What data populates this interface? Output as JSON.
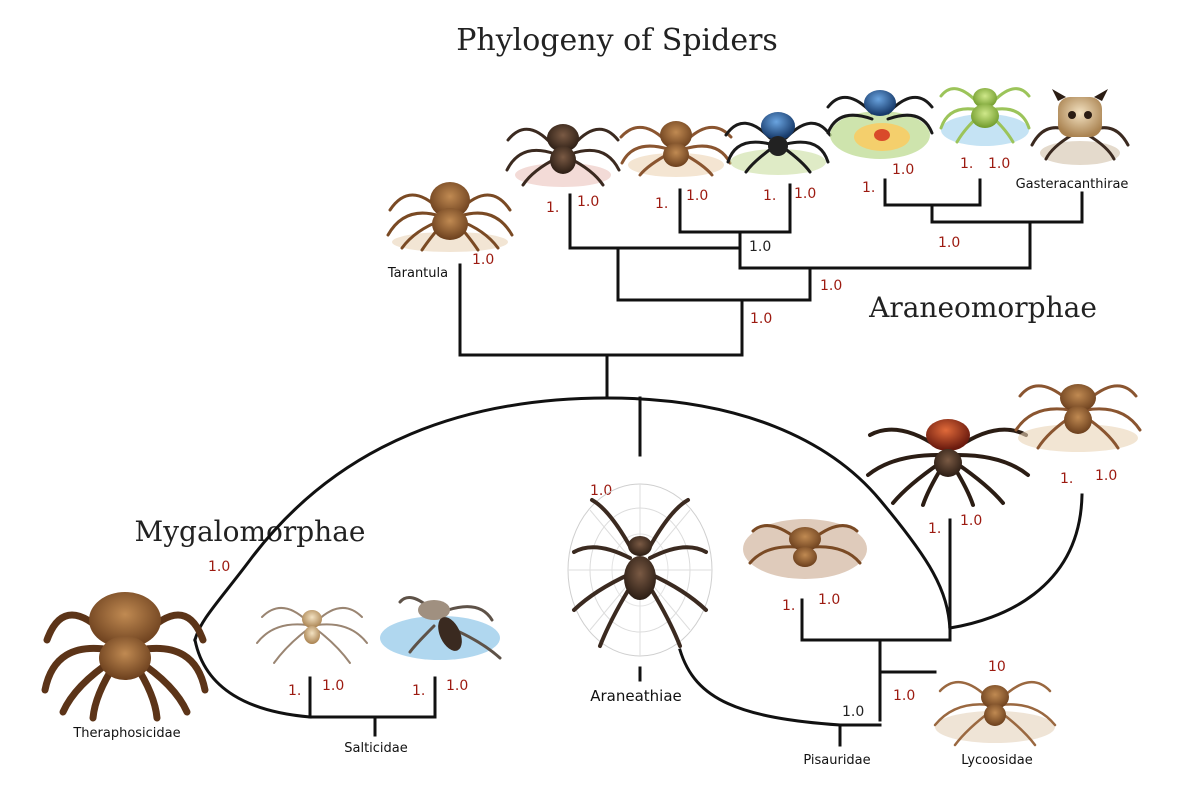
{
  "title": "Phylogeny of Spiders",
  "clades": {
    "araneomorphae": "Araneomorphae",
    "mygalomorphae": "Mygalomorphae"
  },
  "taxa": {
    "tarantula": "Tarantula",
    "gasteracanthirae": "Gasteracanthirae",
    "theraphosicidae": "Theraphosicidae",
    "salticidae": "Salticidae",
    "araneathiae": "Araneathiae",
    "pisauridae": "Pisauridae",
    "lycoosidae": "Lycoosidae"
  },
  "support_labels": {
    "tarantula": "1.0",
    "top_a_left": "1.",
    "top_a_right": "1.0",
    "top_b_left": "1.",
    "top_b_mid": "1.0",
    "top_c_left": "1.",
    "top_c_right": "1.0",
    "top_join_bc": "1.0",
    "top_d_left": "1.",
    "top_d_mid": "1.0",
    "top_e_left": "1.",
    "top_e_right": "1.0",
    "top_join_de": "1.0",
    "aran_inner": "1.0",
    "aran_node": "1.0",
    "mygalo": "1.0",
    "salt_left_a": "1.",
    "salt_left_b": "1.0",
    "salt_right_a": "1.",
    "salt_right_b": "1.0",
    "araneathiae": "1.0",
    "right_top_a": "1.",
    "right_top_b": "1.0",
    "right_mid_a": "1.",
    "right_mid_b": "1.0",
    "right_low_a": "1.",
    "right_low_b": "1.0",
    "lyco_a": "10",
    "lyco_b": "1.0",
    "pisaur": "1.0"
  },
  "colors": {
    "branch": "#111111",
    "support": "#9c1a10",
    "spider_brown": "#7a4a24",
    "spider_dark": "#2b1d14",
    "spider_blue": "#1f4f8c",
    "spider_green": "#8fbf4a",
    "water_blue": "#5aa6d6"
  }
}
